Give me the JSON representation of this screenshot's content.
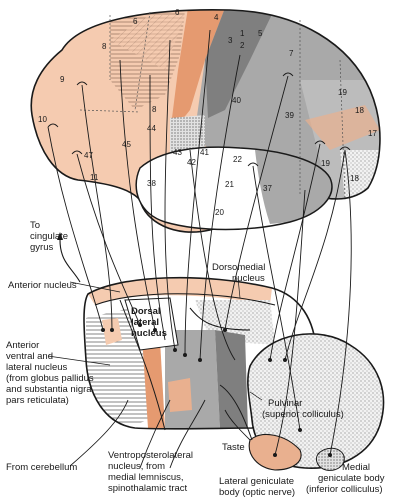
{
  "colors": {
    "peach": "#f5cbb0",
    "orange": "#e59a70",
    "grey_light": "#cfcfcf",
    "grey_mid": "#a9a9a9",
    "grey_dark": "#7f7f7f",
    "outline": "#1a1a1a",
    "stipple_bg": "#f0f0f0"
  },
  "areas": {
    "a6a": "6",
    "a6b": "6",
    "a4": "4",
    "a3": "3",
    "a1": "1",
    "a2": "2",
    "a5": "5",
    "a7": "7",
    "a8a": "8",
    "a9": "9",
    "a10": "10",
    "a8b": "8",
    "a44": "44",
    "a45": "45",
    "a47": "47",
    "a11": "11",
    "a40": "40",
    "a39": "39",
    "a19a": "19",
    "a18a": "18",
    "a17": "17",
    "a19b": "19",
    "a18b": "18",
    "a43": "43",
    "a41": "41",
    "a42": "42",
    "a22": "22",
    "a21": "21",
    "a38": "38",
    "a37": "37",
    "a20": "20"
  },
  "labels": {
    "cingulate": [
      "To",
      "cingulate",
      "gyrus"
    ],
    "anterior_nucleus": "Anterior nucleus",
    "dorsomedial": [
      "Dorsomedial",
      "nucleus"
    ],
    "dorsal_lateral": [
      "Dorsal",
      "lateral",
      "nucleus"
    ],
    "anterior_ventral": [
      "Anterior",
      "ventral and",
      "lateral nucleus",
      "(from globus pallidus",
      "and substantia nigra",
      "pars reticulata)"
    ],
    "pulvinar": [
      "Pulvinar",
      "(superior colliculus)"
    ],
    "from_cerebellum": "From cerebellum",
    "ventroposterolateral": [
      "Ventroposterolateral",
      "nucleus, from",
      "medial lemniscus,",
      "spinothalamic tract"
    ],
    "taste": "Taste",
    "lateral_geniculate": [
      "Lateral geniculate",
      "body (optic nerve)"
    ],
    "medial_geniculate": [
      "Medial",
      "geniculate body",
      "(inferior colliculus)"
    ]
  }
}
